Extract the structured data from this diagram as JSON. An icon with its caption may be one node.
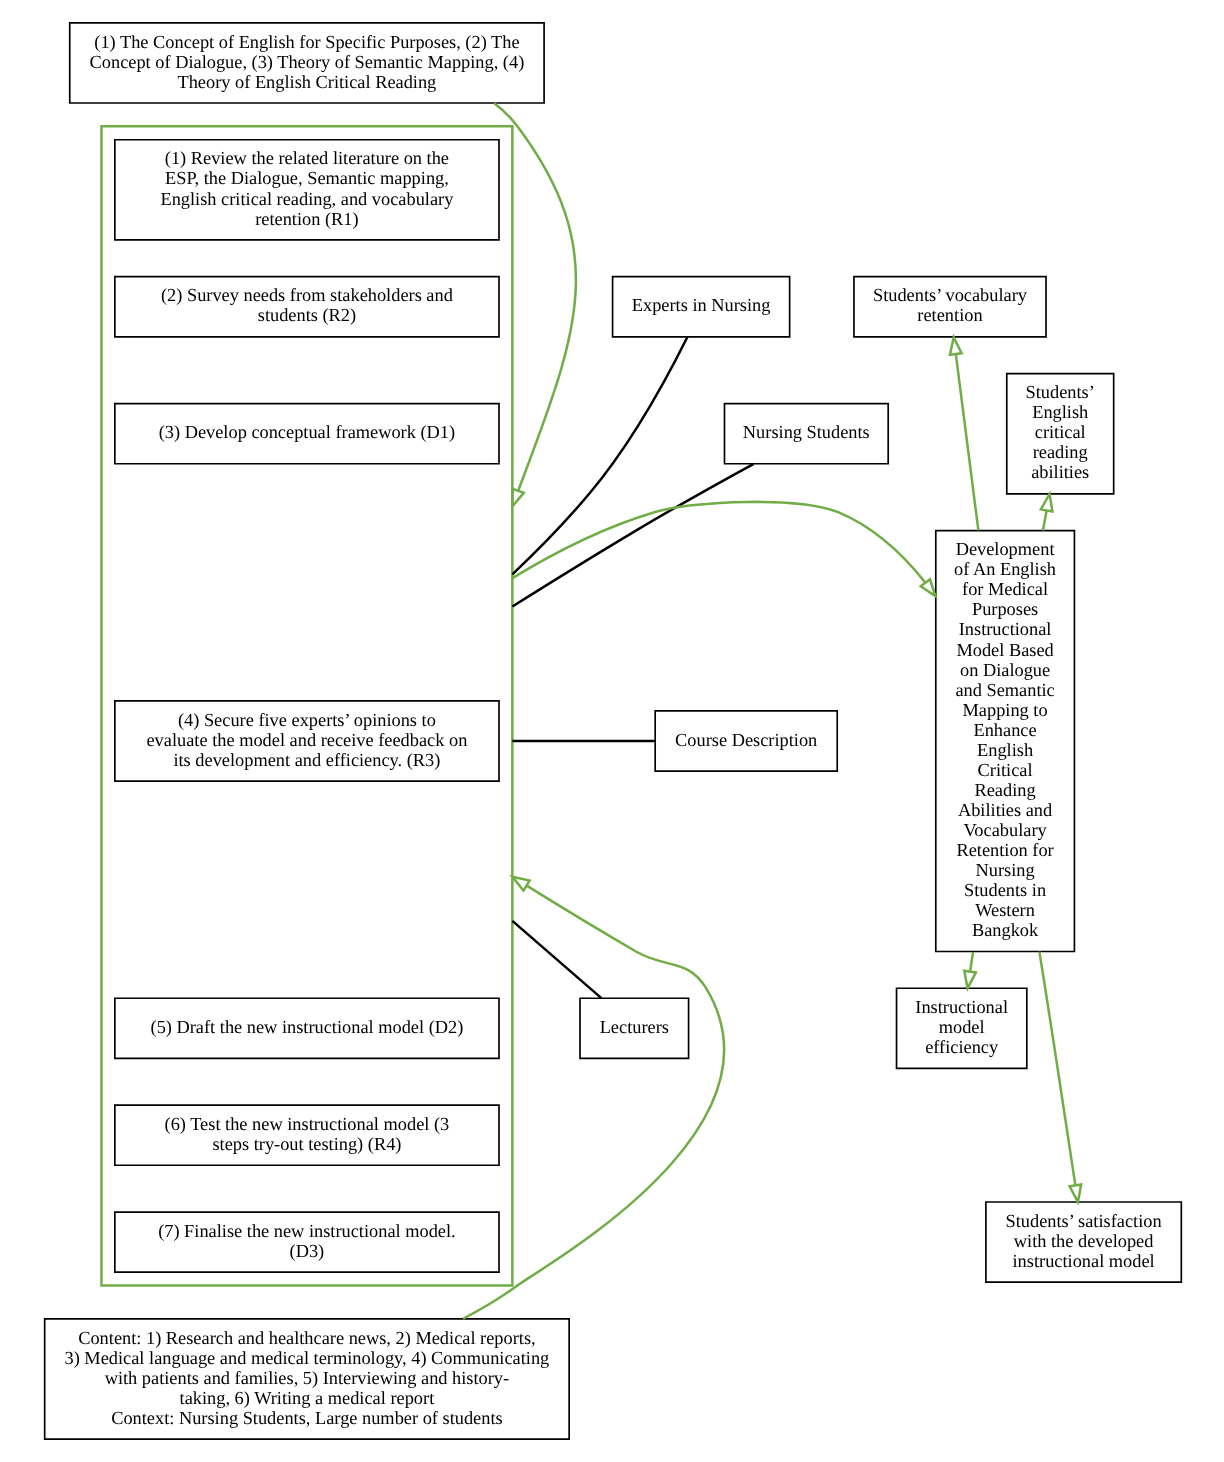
{
  "diagram": {
    "nodes": [
      {
        "text": [
          "(1) The Concept of English for Specific Purposes, (2) The Concept of Dialogue, (3) Theory of Semantic Mapping, (4) Theory of English Critical Reading"
        ]
      },
      {
        "text": [],
        "shape": "box"
      },
      {
        "text": [
          "(1) Review the related literature on the ESP, the Dialogue, Semantic mapping, English critical reading, and vocabulary retention (R1)"
        ],
        "in": 1
      },
      {
        "text": [
          "(2) Survey needs from stakeholders and students (R2)"
        ],
        "in": 1
      },
      {
        "text": [
          "(3) Develop conceptual framework (D1)"
        ],
        "in": 1
      },
      {
        "text": [
          "(4) Secure five experts’ opinions to evaluate the model and receive feedback on its development and efficiency. (R3)"
        ],
        "in": 1
      },
      {
        "text": [
          "(5) Draft the new instructional model (D2)"
        ],
        "in": 1
      },
      {
        "text": [
          "(6) Test the new instructional model (3 steps try-out testing) (R4)"
        ],
        "in": 1
      },
      {
        "text": [
          "(7) Finalise the new instructional model. (D3)"
        ],
        "in": 1
      },
      {
        "text": [
          "Experts in Nursing"
        ]
      },
      {
        "text": [
          "Nursing Students"
        ]
      },
      {
        "text": [
          "Course Description"
        ]
      },
      {
        "text": [
          "Lecturers"
        ]
      },
      {
        "text": [
          "Students’ vocabulary retention"
        ]
      },
      {
        "text": [
          "Development of An English for Medical Purposes Instructional Model Based on Dialogue and Semantic Mapping to Enhance English Critical Reading Abilities and Vocabulary Retention for Nursing Students in Western Bangkok"
        ]
      },
      {
        "text": [
          "Students’ English critical reading abilities"
        ]
      },
      {
        "text": [
          "Instructional model efficiency"
        ]
      },
      {
        "text": [
          "Students’ satisfaction with the developed instructional model"
        ]
      },
      {
        "text": [
          "Content: 1) Research and healthcare news, 2) Medical reports, 3) Medical language and medical terminology, 4) Communicating with patients and families, 5) Interviewing and history-taking, 6) Writing a medical report",
          "Context: Nursing Students, Large number of students"
        ]
      }
    ],
    "edges": [
      {
        "from": 0,
        "to": 1,
        "arrow": "to"
      },
      {
        "from": 9,
        "to": 1,
        "arrow": "none",
        "color": "#000000"
      },
      {
        "from": 10,
        "to": 1,
        "arrow": "none",
        "color": "#000000"
      },
      {
        "from": 11,
        "to": 1,
        "arrow": "none",
        "color": "#000000"
      },
      {
        "from": 12,
        "to": 1,
        "arrow": "none",
        "color": "#000000"
      },
      {
        "from": 1,
        "to": 14,
        "arrow": "to"
      },
      {
        "from": 14,
        "to": 13,
        "arrow": "to"
      },
      {
        "from": 14,
        "to": 15,
        "arrow": "to"
      },
      {
        "from": 14,
        "to": 16,
        "arrow": "to"
      },
      {
        "from": 14,
        "to": 17,
        "arrow": "to"
      },
      {
        "from": 18,
        "to": 1,
        "arrow": "to"
      }
    ]
  }
}
